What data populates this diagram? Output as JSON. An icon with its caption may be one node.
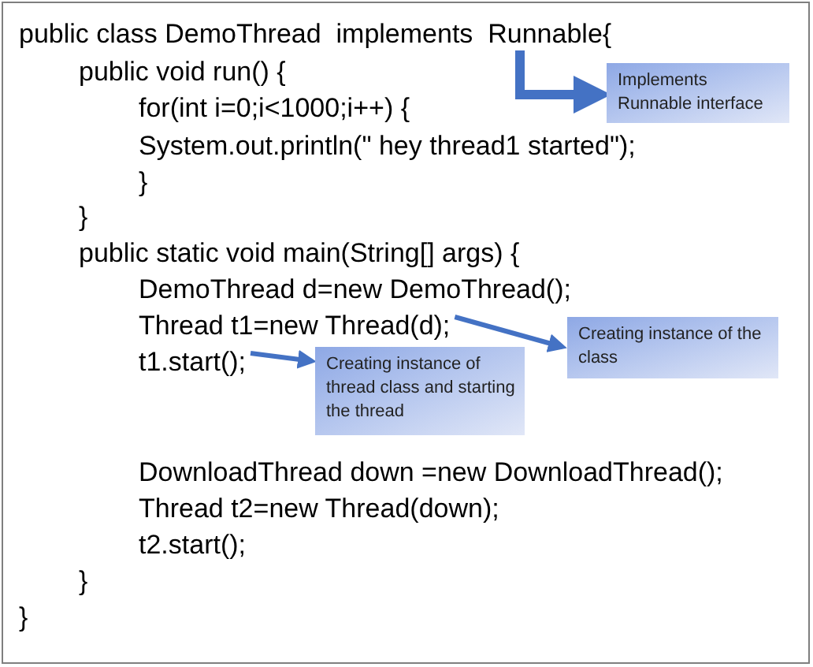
{
  "diagram": {
    "nodes": [
      {
        "text": [
          "public class DemoThread  implements  Runnable{"
        ]
      },
      {
        "text": [
          "public void run() {"
        ]
      },
      {
        "text": [
          "for(int i=0;i<1000;i++) {"
        ]
      },
      {
        "text": [
          "System.out.println(\" hey thread1 started\");"
        ]
      },
      {
        "text": [
          "}"
        ]
      },
      {
        "text": [
          "}"
        ]
      },
      {
        "text": [
          "public static void main(String[] args) {"
        ]
      },
      {
        "text": [
          "DemoThread d=new DemoThread();"
        ]
      },
      {
        "text": [
          "Thread t1=new Thread(d);"
        ]
      },
      {
        "text": [
          "t1.start();"
        ]
      },
      {
        "text": [
          "DownloadThread down =new DownloadThread();"
        ]
      },
      {
        "text": [
          "Thread t2=new Thread(down);"
        ]
      },
      {
        "text": [
          "t2.start();"
        ]
      },
      {
        "text": [
          "}"
        ]
      },
      {
        "text": [
          "}"
        ]
      },
      {
        "text": [
          "Implements Runnable interface"
        ]
      },
      {
        "text": [
          "Creating instance of the class"
        ]
      },
      {
        "text": [
          "Creating instance of thread class and starting the thread"
        ]
      }
    ],
    "edges": [
      {
        "from": 0,
        "to": 15,
        "arrow": "to",
        "style": "thick"
      },
      {
        "from": 8,
        "to": 16,
        "arrow": "to"
      },
      {
        "from": 9,
        "to": 17,
        "arrow": "to"
      }
    ]
  }
}
